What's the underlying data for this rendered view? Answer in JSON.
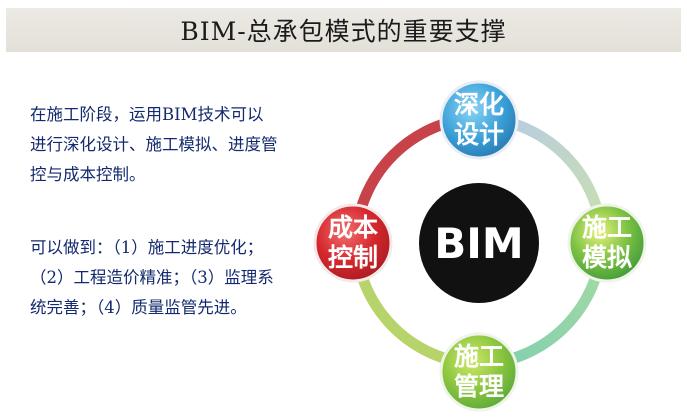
{
  "title": "BIM-总承包模式的重要支撑",
  "left_text": {
    "paragraph1": "在施工阶段，运用BIM技术可以进行深化设计、施工模拟、进度管控与成本控制。",
    "paragraph2": "可以做到：（1）施工进度优化；（2）工程造价精准；（3）监理系统完善；（4）质量监管先进。"
  },
  "diagram": {
    "center": "BIM",
    "nodes": {
      "top": [
        "深化",
        "设计"
      ],
      "right": [
        "施工",
        "模拟"
      ],
      "bottom": [
        "施工",
        "管理"
      ],
      "left": [
        "成本",
        "控制"
      ]
    },
    "colors": {
      "top_node": "#3aa0d8",
      "right_node": "#7bc142",
      "bottom_node": "#8cc63f",
      "left_node": "#d6282e",
      "center": "#111111"
    }
  }
}
